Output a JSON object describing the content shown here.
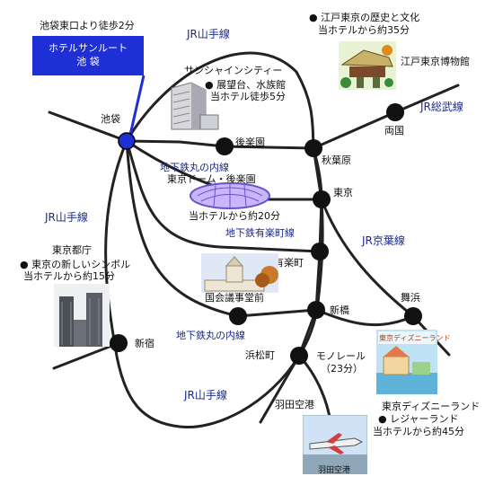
{
  "header": {
    "walk_note": "池袋東口より徒歩2分",
    "hotel_name": "ホテルサンルート",
    "hotel_area": "池 袋"
  },
  "lines": {
    "jr_yamanote_top": "JR山手線",
    "jr_yamanote_left": "JR山手線",
    "jr_yamanote_bottom": "JR山手線",
    "jr_sobu": "JR総武線",
    "jr_keiyo": "JR京葉線",
    "metro_marunouchi_top": "地下鉄丸の内線",
    "metro_yurakucho": "地下鉄有楽町線",
    "metro_marunouchi_bottom": "地下鉄丸の内線",
    "monorail": "モノレール",
    "monorail_time": "（23分）"
  },
  "stations": {
    "ikebukuro": "池袋",
    "korakuen": "後楽園",
    "akihabara": "秋葉原",
    "ryogoku": "両国",
    "tokyo": "東京",
    "yurakucho": "有楽町",
    "kokkai": "国会議事堂前",
    "shinbashi": "新橋",
    "maihama": "舞浜",
    "shinjuku": "新宿",
    "hamamatsucho": "浜松町",
    "haneda": "羽田空港"
  },
  "pois": {
    "sunshine": {
      "title": "サンシャインシティー",
      "line1": "● 展望台、水族館",
      "line2": "当ホテル徒歩5分"
    },
    "edo": {
      "line1": "● 江戸東京の歴史と文化",
      "line2": "当ホテルから約35分",
      "caption": "江戸東京博物館"
    },
    "dome": {
      "title": "東京ドーム・後楽園",
      "time": "当ホテルから約20分"
    },
    "tocho": {
      "title": "東京都庁",
      "line1": "● 東京の新しいシンボル",
      "line2": "当ホテルから約15分"
    },
    "disney": {
      "title": "東京ディズニーランド",
      "line1": "● レジャーランド",
      "line2": "当ホテルから約45分",
      "sign": "東京ディズニーランド"
    },
    "haneda_photo": {
      "caption": "羽田空港"
    }
  },
  "colors": {
    "rail": "#222222",
    "station": "#111111",
    "hotel_station": "#1f2fd6",
    "hotel_box": "#1f2fd6",
    "line_label": "#1a2a8a"
  }
}
